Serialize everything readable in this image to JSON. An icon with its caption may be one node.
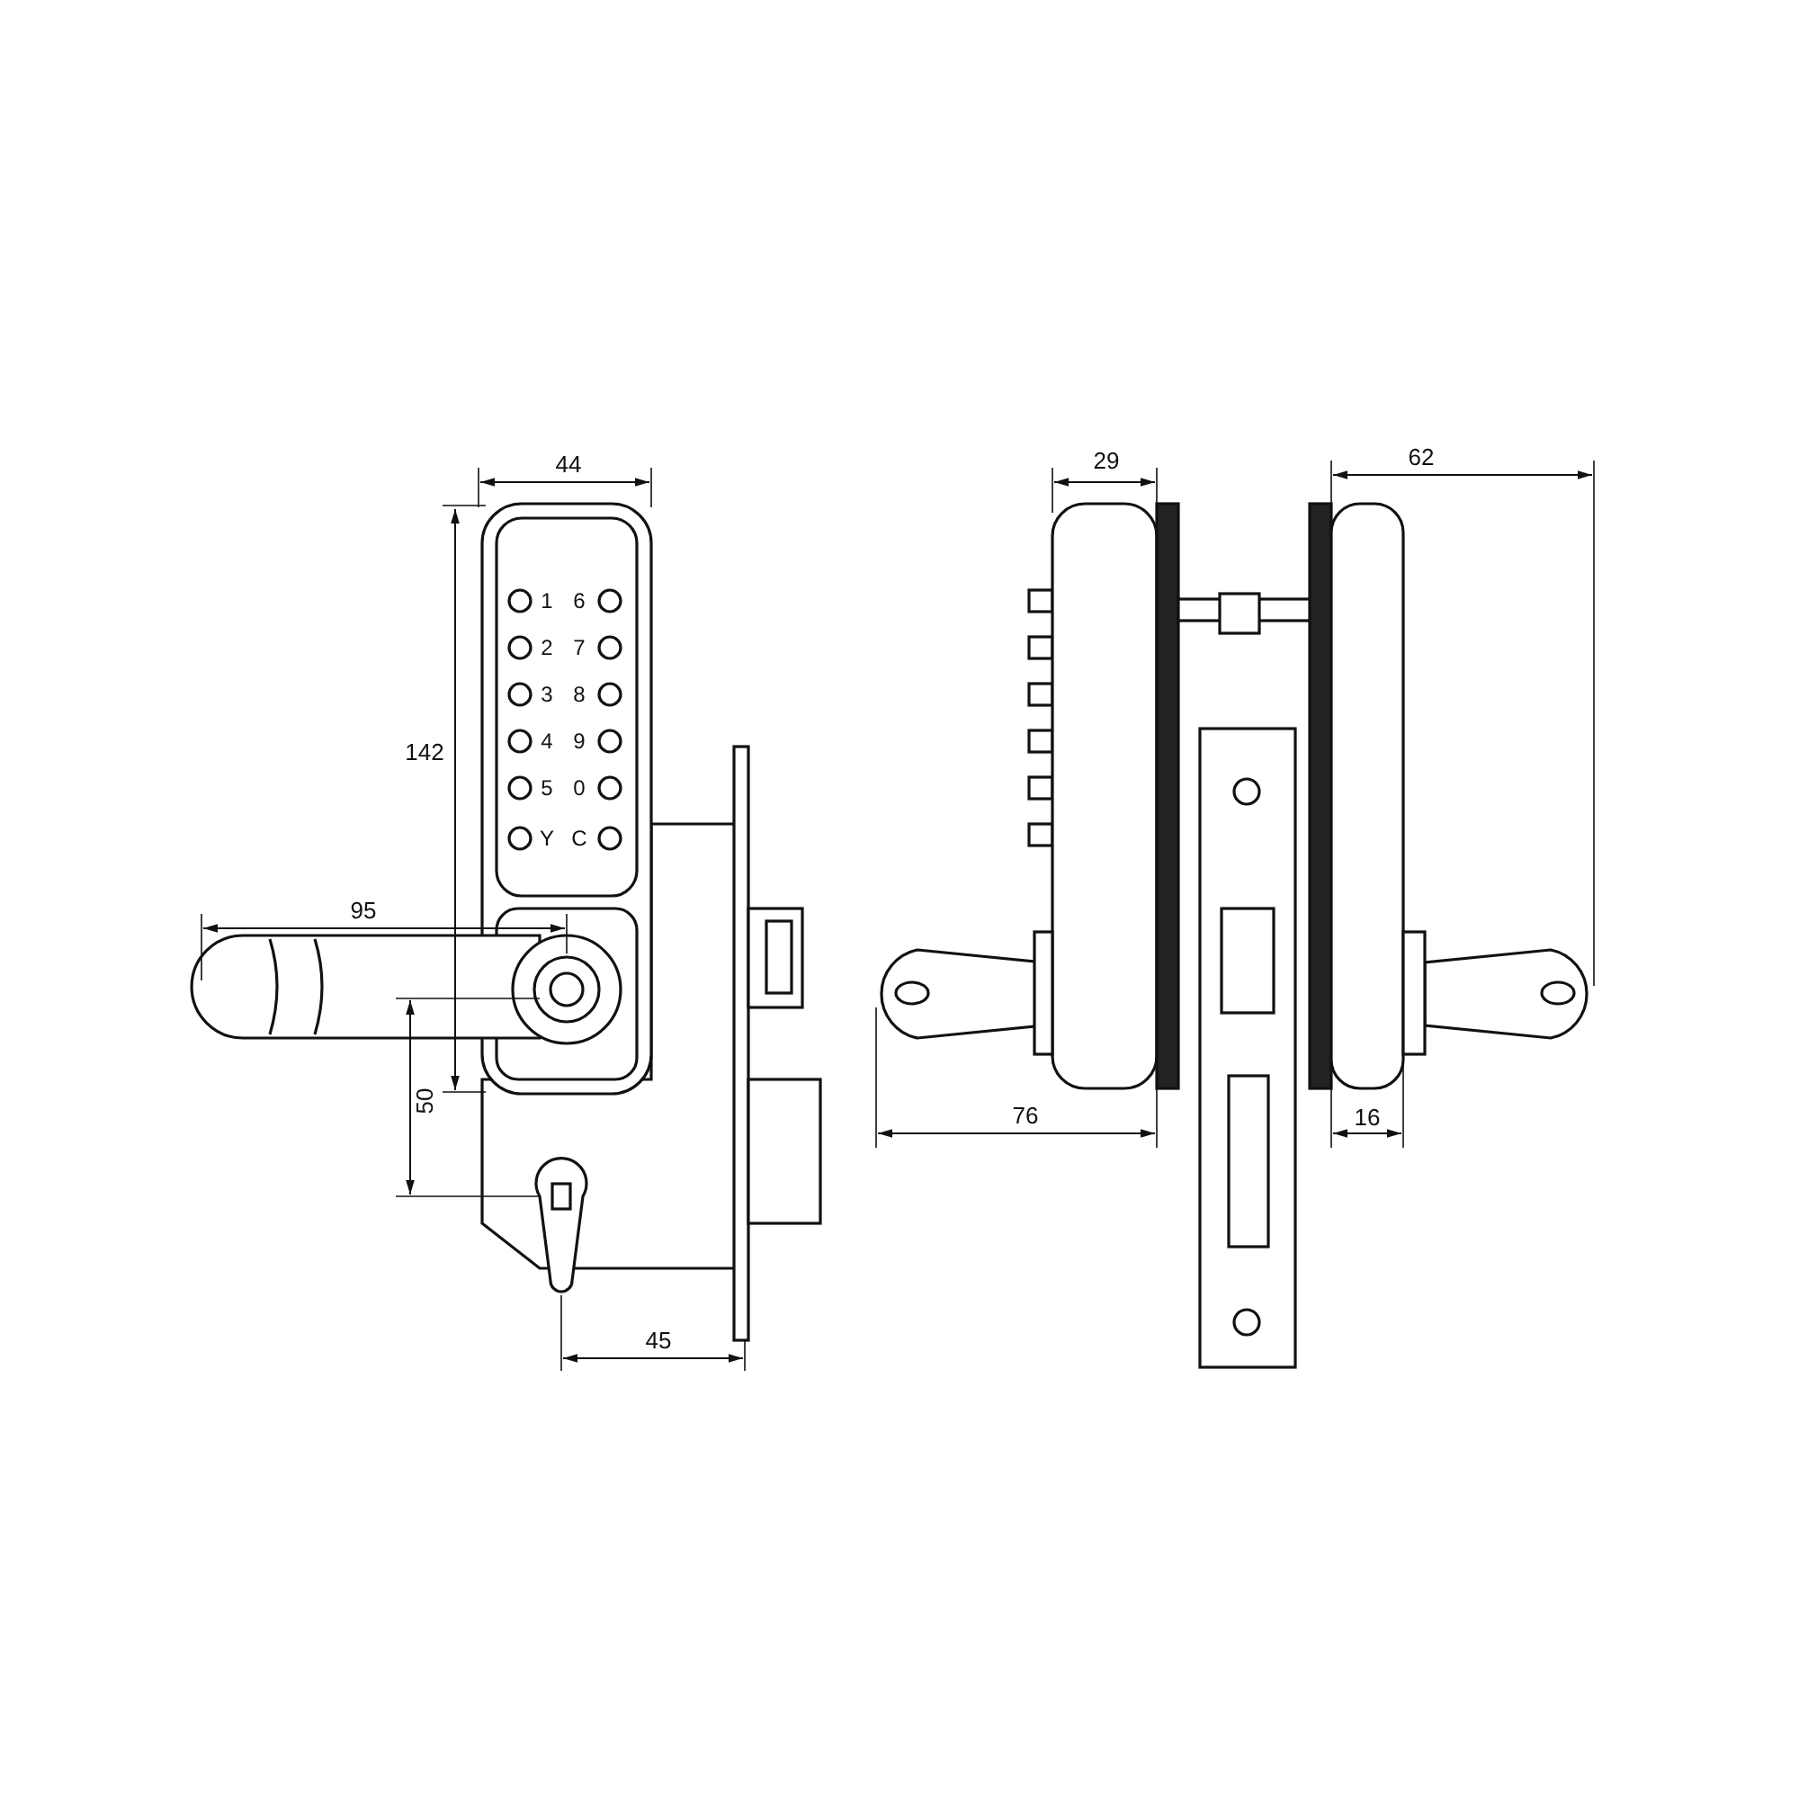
{
  "diagram": {
    "labels": [
      "44",
      "29",
      "62",
      "1",
      "6",
      "2",
      "7",
      "3",
      "8",
      "142",
      "4",
      "9",
      "5",
      "0",
      "Y",
      "C",
      "95",
      "50",
      "76",
      "16",
      "45"
    ]
  }
}
